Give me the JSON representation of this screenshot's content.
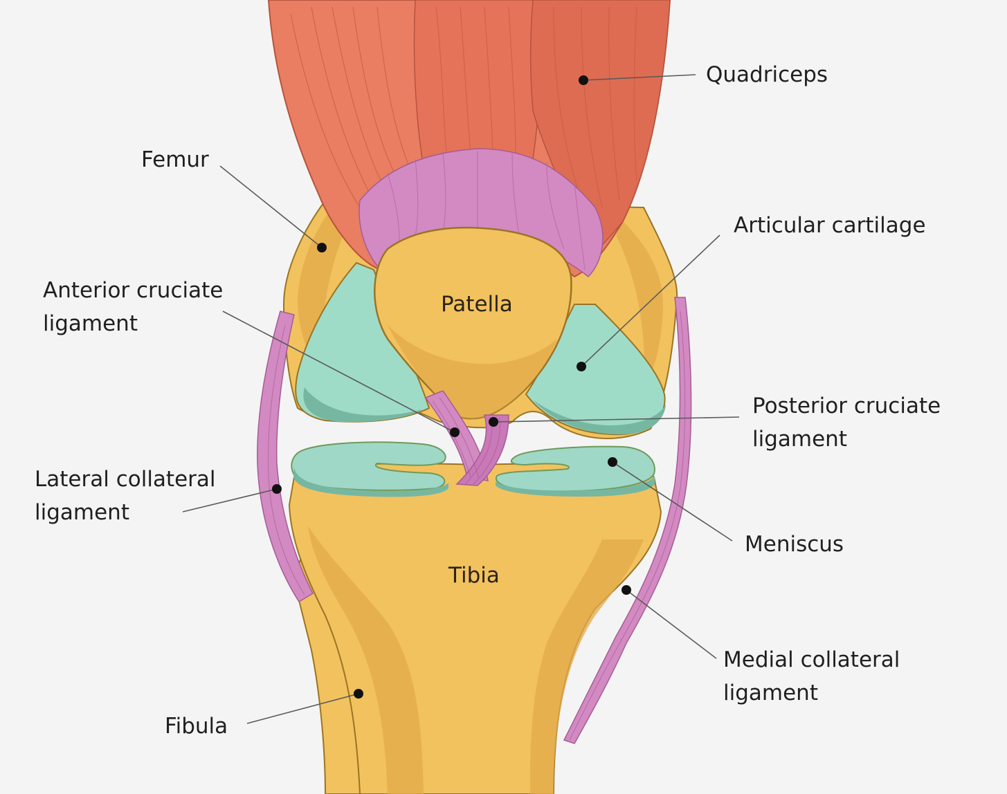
{
  "diagram": {
    "colors": {
      "background": "#f4f4f4",
      "bone": "#f2c25f",
      "bone_shadow": "#e3a94a",
      "bone_outline": "#9a7424",
      "muscle": "#e97e63",
      "muscle_dark": "#d9654c",
      "ligament": "#d38ac2",
      "ligament_dark": "#b96aa8",
      "cartilage": "#9fdcc8",
      "cartilage_dark": "#76b7a2",
      "meniscus": "#9fd8c6",
      "leader_line": "#5a5a5a",
      "marker": "#111111"
    },
    "labels": {
      "quadriceps": "Quadriceps",
      "femur": "Femur",
      "articular_cartilage": "Articular cartilage",
      "acl": [
        "Anterior cruciate",
        "ligament"
      ],
      "patella": "Patella",
      "pcl": [
        "Posterior cruciate",
        "ligament"
      ],
      "lcl": [
        "Lateral collateral",
        "ligament"
      ],
      "meniscus": "Meniscus",
      "tibia": "Tibia",
      "mcl": [
        "Medial collateral",
        "ligament"
      ],
      "fibula": "Fibula"
    }
  }
}
